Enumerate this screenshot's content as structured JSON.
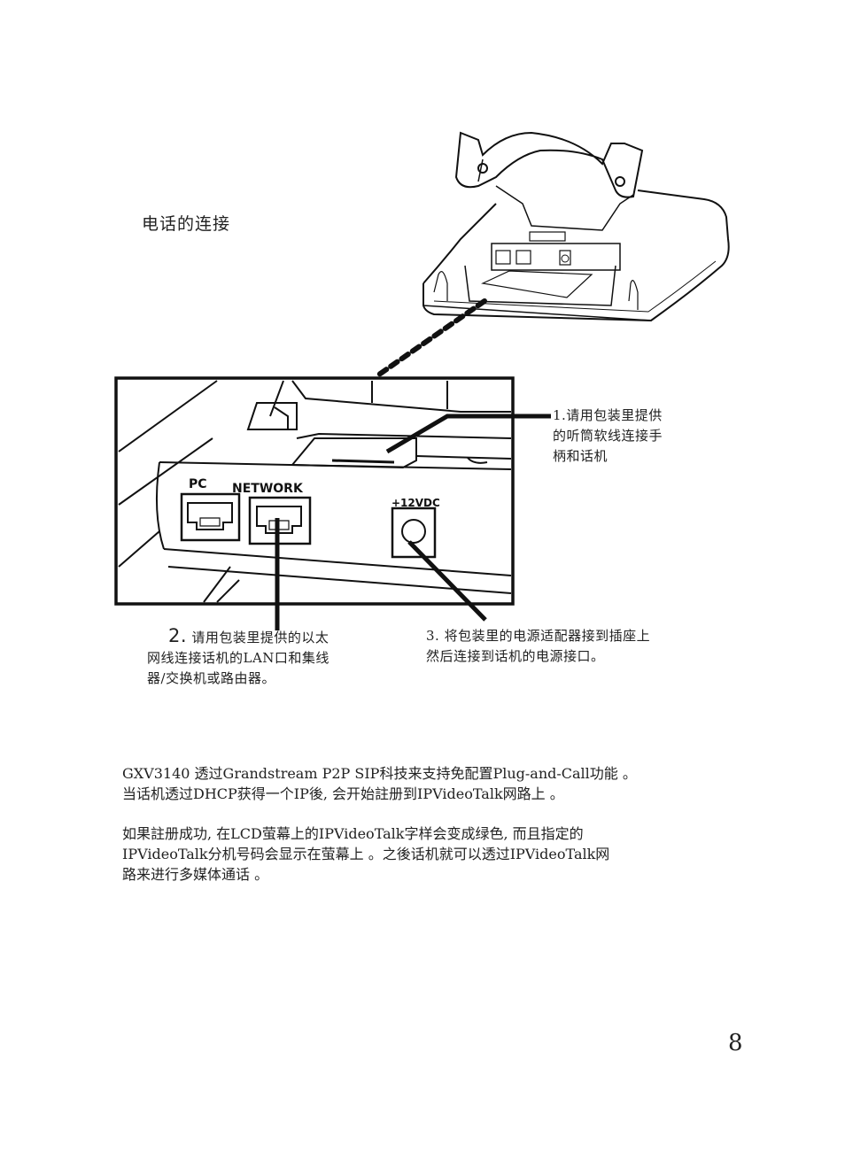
{
  "heading": "电话的连接",
  "callouts": {
    "c1_lines": [
      "1.请用包装里提供",
      "的听筒软线连接手",
      "柄和话机"
    ],
    "c2_num": "2.",
    "c2_lines": [
      " 请用包装里提供的以太",
      "网线连接话机的LAN口和集线",
      "器/交换机或路由器。"
    ],
    "c3_lines": [
      "3. 将包装里的电源适配器接到插座上",
      "然后连接到话机的电源接口。"
    ]
  },
  "port_labels": {
    "pc": "PC",
    "network": "NETWORK",
    "power": "+12VDC"
  },
  "paragraph1": [
    "GXV3140 透过Grandstream P2P SIP科技来支持免配置Plug-and-Call功能 。",
    "当话机透过DHCP获得一个IP後, 会开始註册到IPVideoTalk网路上 。"
  ],
  "paragraph2": [
    "如果註册成功, 在LCD萤幕上的IPVideoTalk字样会变成绿色, 而且指定的",
    "IPVideoTalk分机号码会显示在萤幕上 。之後话机就可以透过IPVideoTalk网",
    "路来进行多媒体通话 。"
  ],
  "page_number": "8"
}
